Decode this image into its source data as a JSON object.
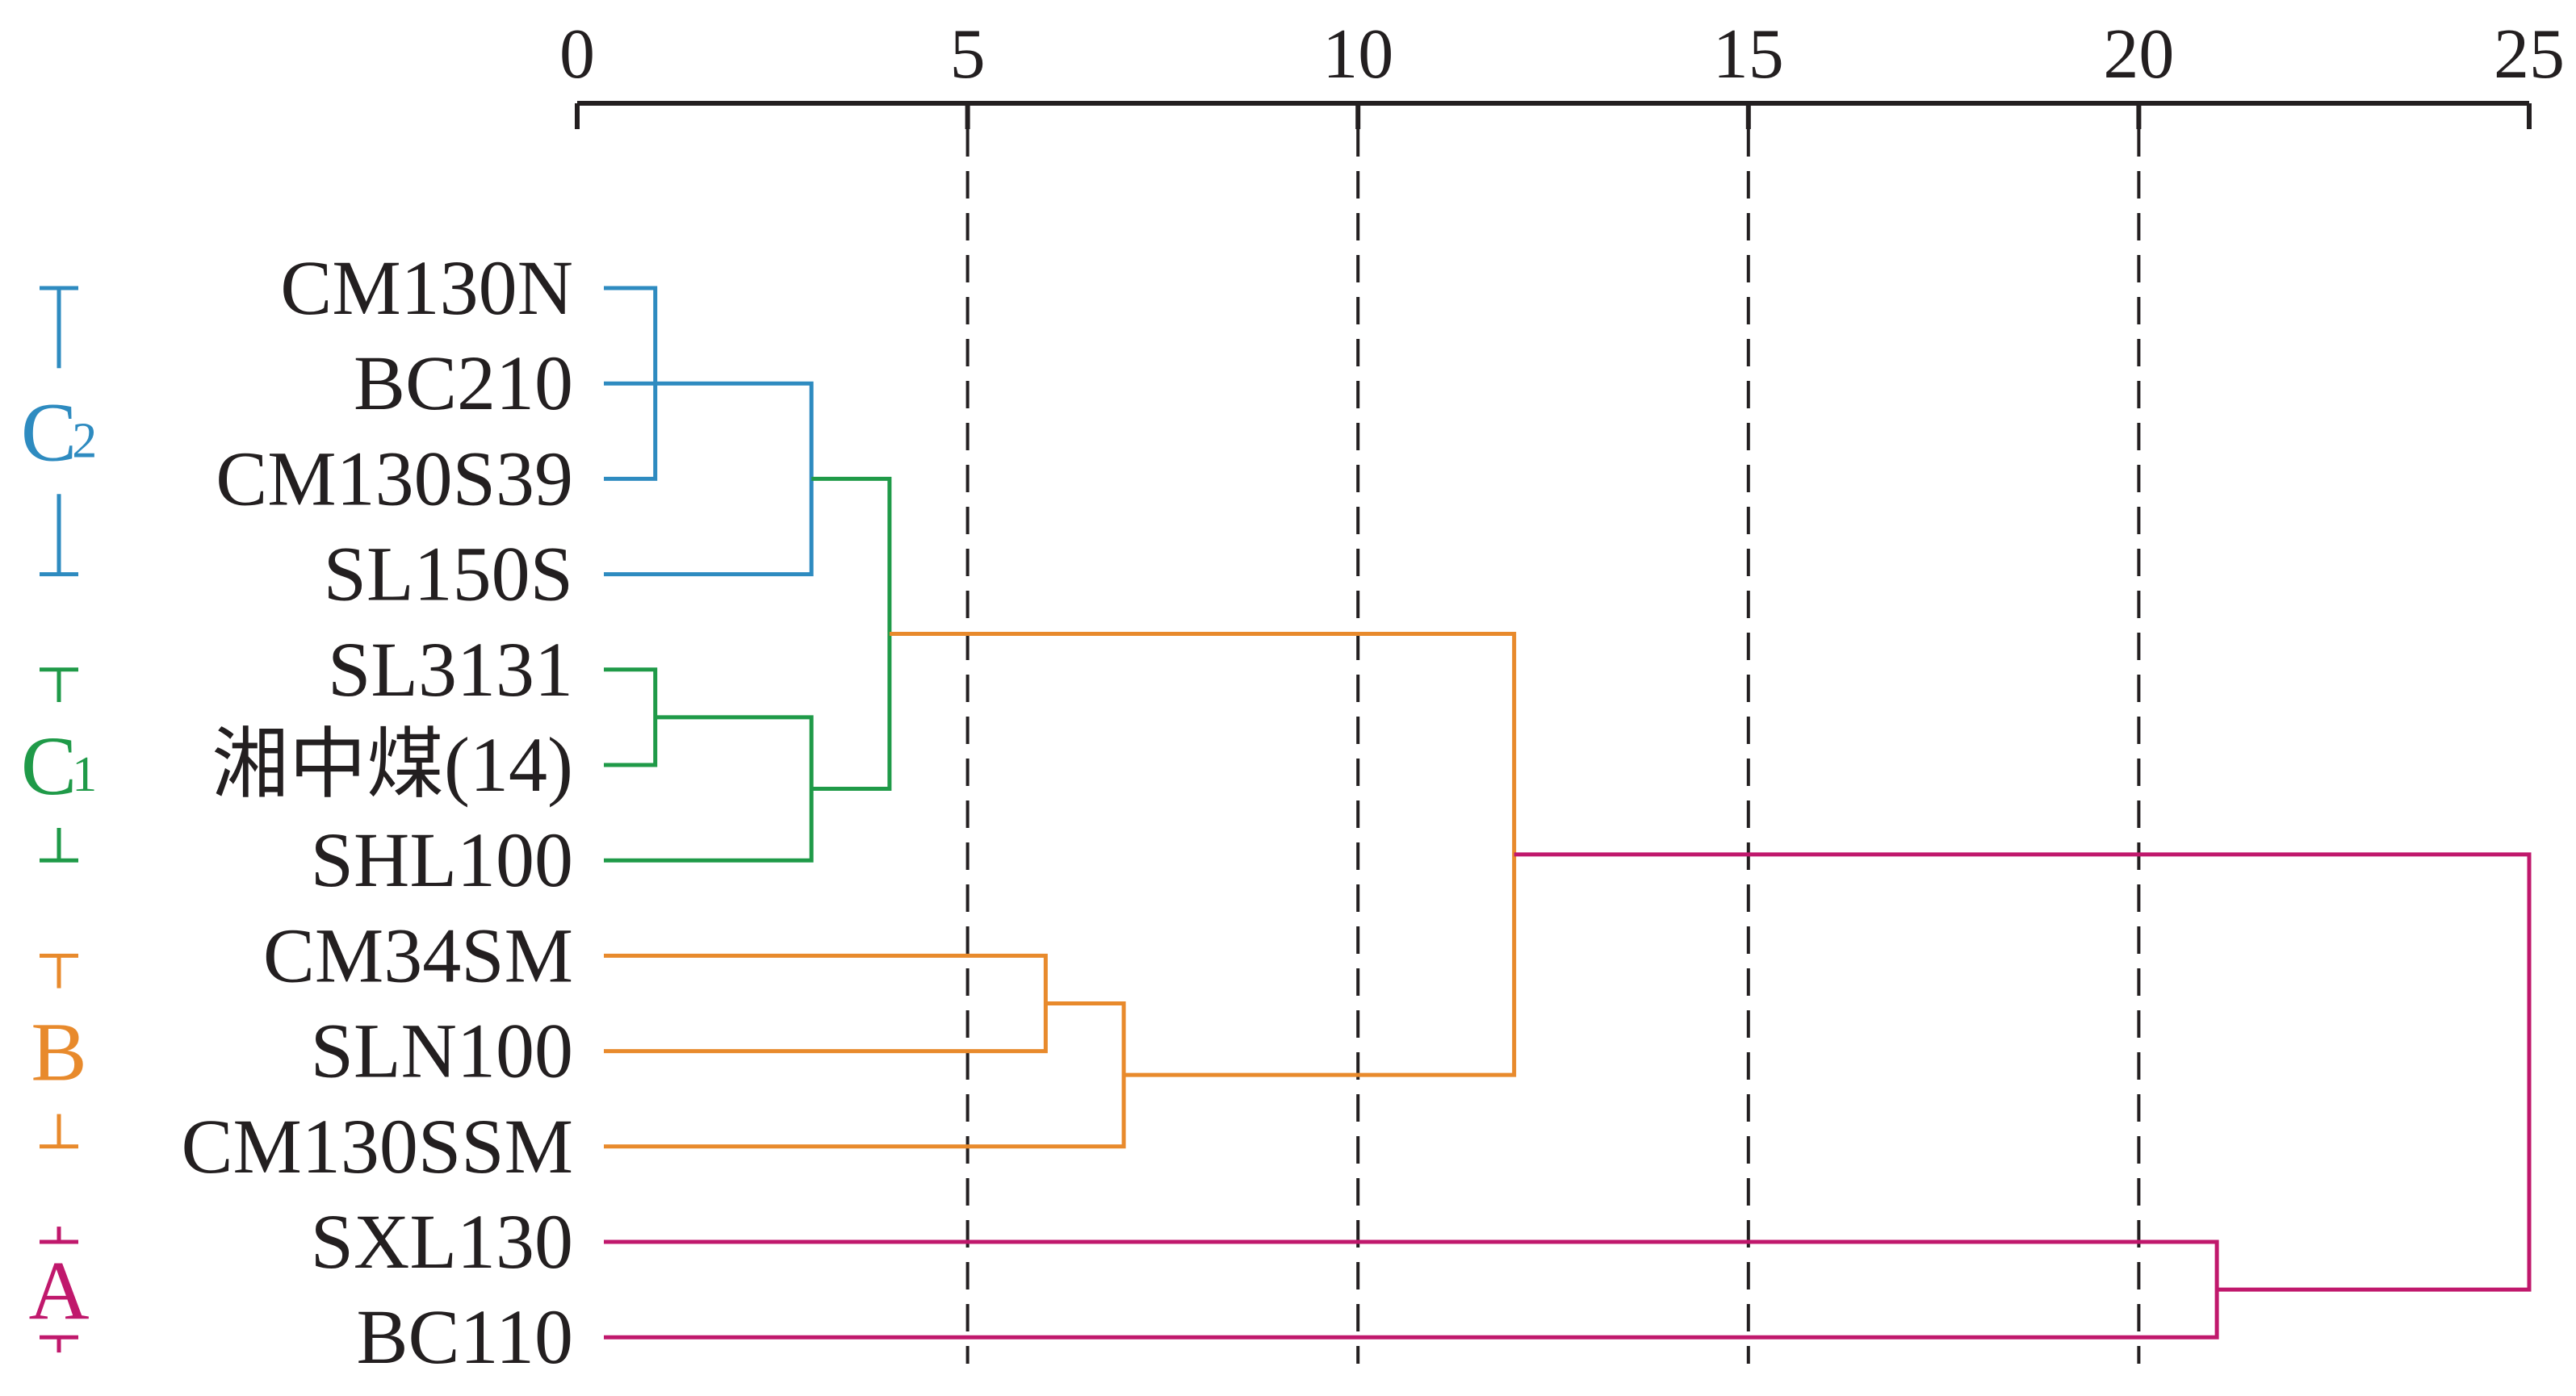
{
  "chart_data": {
    "type": "dendrogram",
    "xlim": [
      0,
      25
    ],
    "x_ticks": [
      "0",
      "5",
      "10",
      "15",
      "20",
      "25"
    ],
    "x_tick_values": [
      0,
      5,
      10,
      15,
      20,
      25
    ],
    "axis_position": "top",
    "grid": "vertical dashed at major ticks",
    "leaves": [
      "CM130N",
      "BC210",
      "CM130S39",
      "SL150S",
      "SL3131",
      "湘中煤(14)",
      "SHL100",
      "CM34SM",
      "SLN100",
      "CM130SSM",
      "SXL130",
      "BC110"
    ],
    "merges": [
      {
        "left": "leaf:0",
        "right": "leaf:2",
        "distance": 1.0,
        "color": "#2e8bc0"
      },
      {
        "left": "leaf:1",
        "right": "node:0",
        "distance": 1.0,
        "color": "#2e8bc0"
      },
      {
        "left": "node:1",
        "right": "leaf:3",
        "distance": 3.0,
        "color": "#2e8bc0"
      },
      {
        "left": "leaf:4",
        "right": "leaf:5",
        "distance": 1.0,
        "color": "#1f9a48"
      },
      {
        "left": "node:3",
        "right": "leaf:6",
        "distance": 3.0,
        "color": "#1f9a48"
      },
      {
        "left": "node:2",
        "right": "node:4",
        "distance": 4.0,
        "color": "#1f9a48"
      },
      {
        "left": "leaf:7",
        "right": "leaf:8",
        "distance": 6.0,
        "color": "#e88a2c"
      },
      {
        "left": "node:6",
        "right": "leaf:9",
        "distance": 7.0,
        "color": "#e88a2c"
      },
      {
        "left": "node:5",
        "right": "node:7",
        "distance": 12.0,
        "color": "#e88a2c"
      },
      {
        "left": "leaf:10",
        "right": "leaf:11",
        "distance": 21.0,
        "color": "#c0186c"
      },
      {
        "left": "node:8",
        "right": "node:9",
        "distance": 25.0,
        "color": "#c0186c"
      }
    ],
    "groups": [
      {
        "letter": "C",
        "sub": "2",
        "first": 0,
        "last": 3,
        "color": "#2e8bc0"
      },
      {
        "letter": "C",
        "sub": "1",
        "first": 4,
        "last": 6,
        "color": "#1f9a48"
      },
      {
        "letter": "B",
        "sub": "",
        "first": 7,
        "last": 9,
        "color": "#e88a2c"
      },
      {
        "letter": "A",
        "sub": "",
        "first": 10,
        "last": 11,
        "color": "#c0186c"
      }
    ]
  },
  "colors": {
    "axis": "#231f20",
    "blue": "#2e8bc0",
    "green": "#1f9a48",
    "orange": "#e88a2c",
    "magenta": "#c0186c"
  }
}
